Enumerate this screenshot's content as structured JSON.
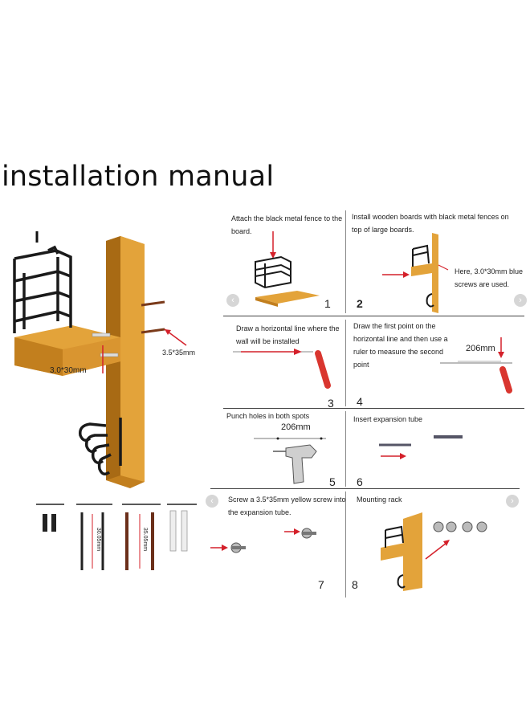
{
  "title": "installation manual",
  "left_figure": {
    "screw_label": "3.5*35mm",
    "board_label": "3.0*30mm",
    "screw_lengths": [
      "30.05mm",
      "35.05mm"
    ]
  },
  "steps": [
    {
      "number": "1",
      "caption": "Attach the black metal fence to the board."
    },
    {
      "number": "2",
      "caption": "Install wooden boards with black metal fences on top of large boards.",
      "note": "Here, 3.0*30mm blue screws are used."
    },
    {
      "number": "3",
      "caption": "Draw a horizontal line where the wall will be installed"
    },
    {
      "number": "4",
      "caption": "Draw the first point on the horizontal line and then use a ruler to measure the second point",
      "measure": "206mm"
    },
    {
      "number": "5",
      "caption": "Punch holes in both spots",
      "measure": "206mm"
    },
    {
      "number": "6",
      "caption": "Insert expansion tube"
    },
    {
      "number": "7",
      "caption": "Screw a 3.5*35mm yellow screw into the expansion tube."
    },
    {
      "number": "8",
      "caption": "Mounting rack"
    }
  ],
  "nav": {
    "prev_icon": "chevron-left-icon",
    "next_icon": "chevron-right-icon"
  },
  "colors": {
    "wood": "#e3a33a",
    "wood_dark": "#c27f1e",
    "metal": "#1a1a1a",
    "arrow": "#d4202a",
    "anchor": "#d9362f"
  }
}
